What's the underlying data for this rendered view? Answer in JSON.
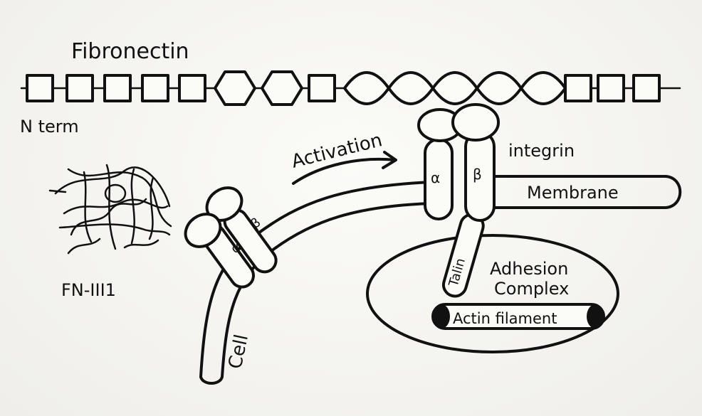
{
  "labels": {
    "fibronectin": "Fibronectin",
    "n_term": "N term",
    "fn_iii": "FN-III1",
    "activation": "Activation",
    "integrin": "integrin",
    "membrane": "Membrane",
    "alpha": "α",
    "beta": "β",
    "talin": "Talin",
    "adhesion_complex_1": "Adhesion",
    "adhesion_complex_2": "Complex",
    "actin_filament": "Actin filament",
    "cell": "Cell"
  },
  "fibronectin_domains": [
    "square",
    "square",
    "square",
    "square",
    "square",
    "hexagon",
    "hexagon",
    "square",
    "leaf",
    "leaf",
    "leaf",
    "leaf",
    "leaf",
    "square",
    "square",
    "square"
  ],
  "colors": {
    "ink": "#111111",
    "paper": "#f7f6f2"
  }
}
